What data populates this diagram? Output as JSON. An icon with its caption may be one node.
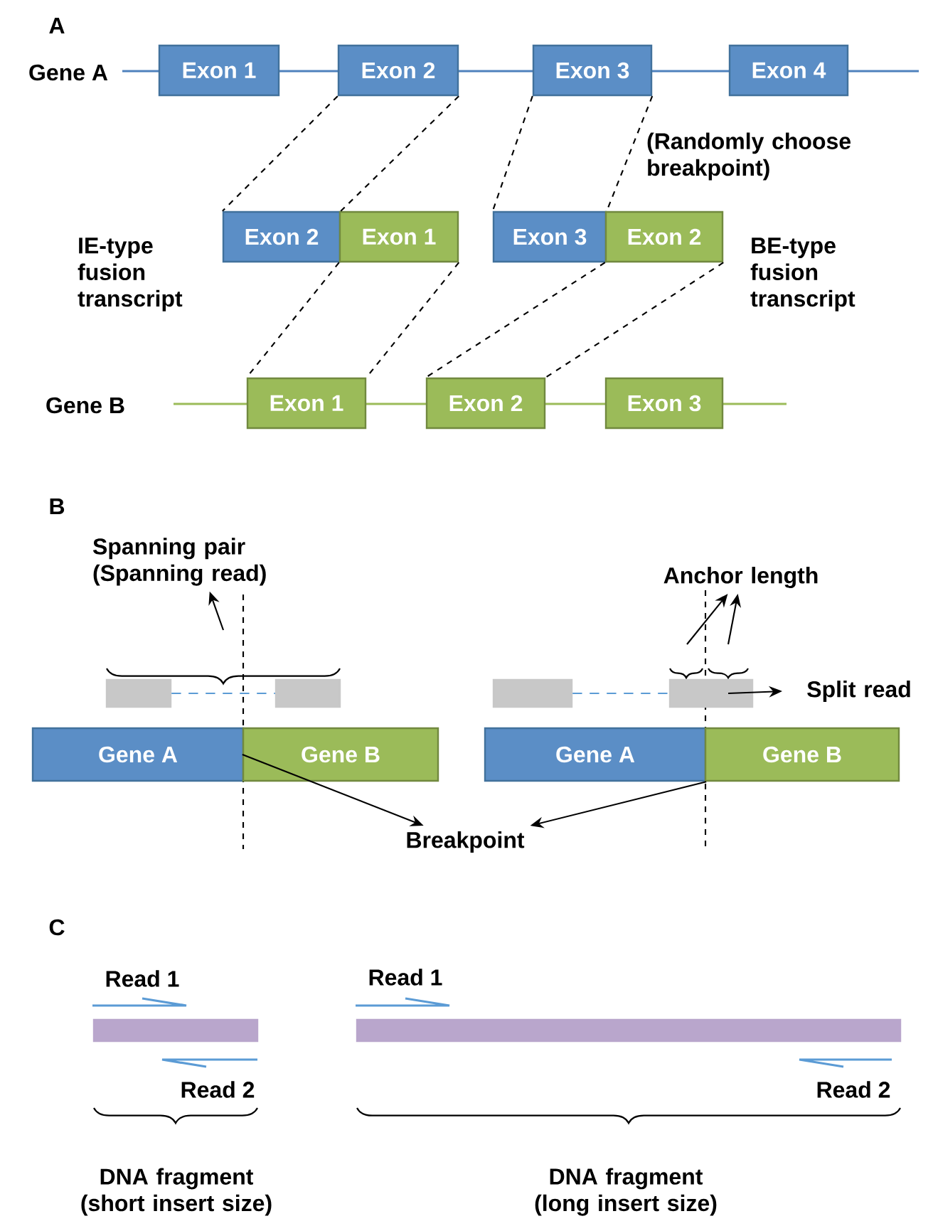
{
  "diagram": {
    "nodes": [
      {
        "text": [
          "Exon 1"
        ]
      },
      {
        "text": [
          "Exon 2"
        ]
      },
      {
        "text": [
          "Exon 3"
        ]
      },
      {
        "text": [
          "Exon 4"
        ]
      },
      {
        "text": [
          "Exon 2"
        ]
      },
      {
        "text": [
          "Exon 1"
        ]
      },
      {
        "text": [
          "Exon 3"
        ]
      },
      {
        "text": [
          "Exon 2"
        ]
      },
      {
        "text": [
          "Exon 1"
        ]
      },
      {
        "text": [
          "Exon 2"
        ]
      },
      {
        "text": [
          "Exon 3"
        ]
      },
      {
        "text": [
          "Gene A"
        ]
      },
      {
        "text": [
          "Gene B"
        ]
      },
      {
        "text": [],
        "shape": "bar"
      },
      {
        "text": [],
        "shape": "bar"
      },
      {
        "text": [
          "Gene A"
        ]
      },
      {
        "text": [
          "Gene B"
        ]
      },
      {
        "text": [],
        "shape": "bar"
      },
      {
        "text": [],
        "shape": "bar"
      },
      {
        "text": [
          "Spanning pair (Spanning read)"
        ]
      },
      {
        "text": [
          "Anchor length"
        ]
      },
      {
        "text": [
          "Split read"
        ]
      },
      {
        "text": [
          "Breakpoint"
        ]
      },
      {
        "text": [],
        "shape": "bar"
      },
      {
        "text": [],
        "shape": "bar"
      }
    ],
    "edges": [
      {
        "from": 1,
        "to": 4,
        "arrow": "none",
        "style": "dashed"
      },
      {
        "from": 1,
        "to": 4,
        "arrow": "none",
        "style": "dashed"
      },
      {
        "from": 2,
        "to": 6,
        "arrow": "none",
        "style": "dashed"
      },
      {
        "from": 2,
        "to": 6,
        "arrow": "none",
        "style": "dashed"
      },
      {
        "from": 5,
        "to": 8,
        "arrow": "none",
        "style": "dashed"
      },
      {
        "from": 5,
        "to": 8,
        "arrow": "none",
        "style": "dashed"
      },
      {
        "from": 7,
        "to": 9,
        "arrow": "none",
        "style": "dashed"
      },
      {
        "from": 7,
        "to": 9,
        "arrow": "none",
        "style": "dashed"
      },
      {
        "from": 13,
        "to": 14,
        "arrow": "none",
        "style": "dashed",
        "color": "#5b9bd5"
      },
      {
        "from": 17,
        "to": 18,
        "arrow": "none",
        "style": "dashed",
        "color": "#5b9bd5"
      },
      {
        "from": null,
        "to": 19,
        "arrow": "to"
      },
      {
        "from": null,
        "to": 20,
        "arrow": "to"
      },
      {
        "from": null,
        "to": 20,
        "arrow": "to"
      },
      {
        "from": 18,
        "to": 21,
        "arrow": "to"
      },
      {
        "from": 12,
        "to": 22,
        "arrow": "to"
      },
      {
        "from": 15,
        "to": 22,
        "arrow": "to"
      }
    ],
    "labels": [
      "A",
      "Gene A",
      "(Randomly choose breakpoint)",
      "IE-type fusion transcript",
      "BE-type fusion transcript",
      "Gene B",
      "B",
      "C",
      "Read 1",
      "Read 1",
      "Read 2",
      "Read 2",
      "DNA fragment (short insert size)",
      "DNA fragment (long insert size)"
    ]
  }
}
